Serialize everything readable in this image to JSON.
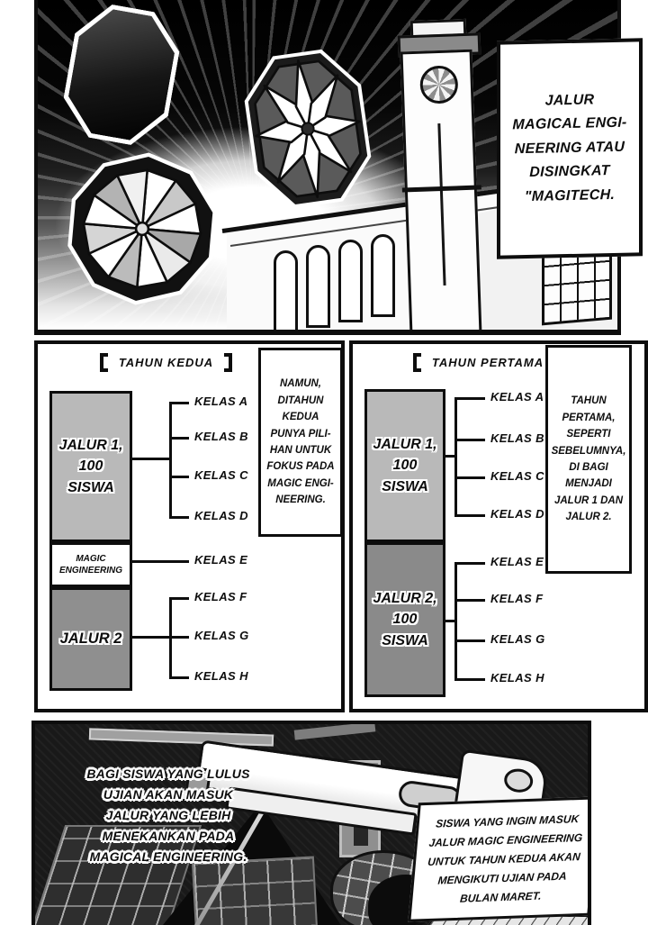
{
  "top_panel": {
    "dialogue": "JALUR\nMAGICAL ENGI-\nNEERING ATAU\nDISINGKAT\n\"MAGITECH."
  },
  "second_year": {
    "title": "TAHUN KEDUA",
    "note": "NAMUN,\nDITAHUN\nKEDUA\nPUNYA PILI-\nHAN UNTUK\nFOKUS PADA\nMAGIC ENGI-\nNEERING.",
    "jalur1_label": "JALUR 1,\n100\nSISWA",
    "magic_label": "MAGIC\nENGINEERING",
    "jalur2_label": "JALUR 2",
    "jalur1_classes": [
      "KELAS A",
      "KELAS B",
      "KELAS C",
      "KELAS D"
    ],
    "magic_classes": [
      "KELAS E"
    ],
    "jalur2_classes": [
      "KELAS F",
      "KELAS G",
      "KELAS H"
    ]
  },
  "first_year": {
    "title": "TAHUN PERTAMA",
    "note": "TAHUN\nPERTAMA,\nSEPERTI\nSEBELUMNYA,\nDI BAGI\nMENJADI\nJALUR 1 DAN\nJALUR 2.",
    "jalur1_label": "JALUR 1,\n100\nSISWA",
    "jalur2_label": "JALUR 2,\n100\nSISWA",
    "jalur1_classes": [
      "KELAS A",
      "KELAS B",
      "KELAS C",
      "KELAS D"
    ],
    "jalur2_classes": [
      "KELAS E",
      "KELAS F",
      "KELAS G",
      "KELAS H"
    ]
  },
  "bottom_panel": {
    "caption": "BAGI SISWA YANG LULUS\nUJIAN AKAN MASUK\nJALUR YANG LEBIH\nMENEKANKAN PADA\nMAGICAL ENGINEERING.",
    "laptop_text": "SISWA YANG INGIN MASUK\nJALUR MAGIC ENGINEERING\nUNTUK TAHUN KEDUA AKAN\nMENGIKUTI UJIAN PADA\nBULAN MARET."
  },
  "colors": {
    "ink": "#0d0d0d",
    "paper": "#ffffff",
    "jalur1_fill": "#b9b9b9",
    "jalur2_fill": "#8f8f8f"
  }
}
